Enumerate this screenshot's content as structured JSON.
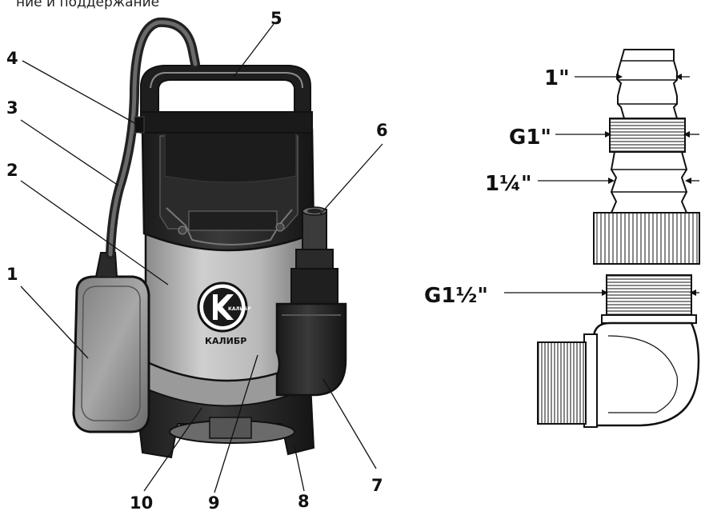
{
  "header_text": "ние и поддержание ",
  "pump": {
    "brand_text": "КАЛИБР",
    "logo_text": "КАЛИБР"
  },
  "callouts": [
    "1",
    "2",
    "3",
    "4",
    "5",
    "6",
    "7",
    "8",
    "9",
    "10"
  ],
  "dimensions": {
    "d1": "1\"",
    "g1": "G1\"",
    "d114": "1¼\"",
    "g112": "G1½\""
  },
  "colors": {
    "outline": "#111111",
    "body_grey": "#bdbdbd",
    "dark": "#2a2a2a"
  }
}
